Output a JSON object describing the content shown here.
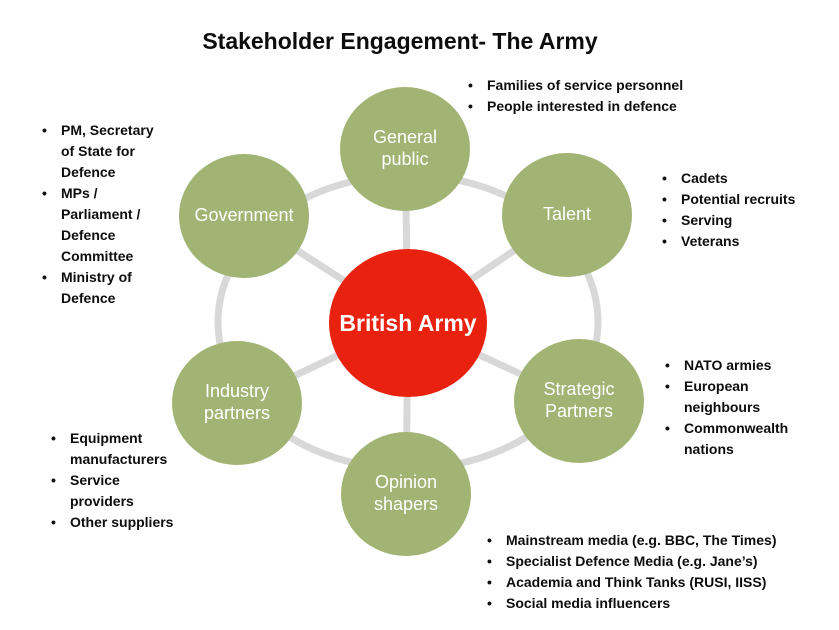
{
  "title": "Stakeholder Engagement- The Army",
  "bullet_char": "•",
  "colors": {
    "hub": "#e9220f",
    "node": "#a2b473",
    "connector": "#d8d8d8",
    "node_text": "#ffffff",
    "body_text": "#0d0d0d",
    "background": "#ffffff"
  },
  "hub": {
    "label": "British Army"
  },
  "nodes": {
    "general_public": {
      "label": "General\npublic"
    },
    "government": {
      "label": "Government"
    },
    "talent": {
      "label": "Talent"
    },
    "industry_partners": {
      "label": "Industry\npartners"
    },
    "strategic_partners": {
      "label": "Strategic\nPartners"
    },
    "opinion_shapers": {
      "label": "Opinion\nshapers"
    }
  },
  "notes": {
    "general_public": {
      "items": [
        "Families of service personnel",
        "People interested in defence"
      ]
    },
    "government": {
      "items": [
        "PM, Secretary\nof State for\nDefence",
        "MPs /\nParliament /\nDefence\nCommittee",
        "Ministry of\nDefence"
      ]
    },
    "talent": {
      "items": [
        "Cadets",
        "Potential recruits",
        "Serving",
        "Veterans"
      ]
    },
    "strategic_partners": {
      "items": [
        "NATO armies",
        "European\nneighbours",
        "Commonwealth\nnations"
      ]
    },
    "industry_partners": {
      "items": [
        "Equipment\nmanufacturers",
        "Service\nproviders",
        "Other suppliers"
      ]
    },
    "opinion_shapers": {
      "items": [
        "Mainstream media (e.g. BBC, The Times)",
        "Specialist Defence Media (e.g. Jane’s)",
        "Academia and Think Tanks (RUSI, IISS)",
        "Social media influencers"
      ]
    }
  }
}
